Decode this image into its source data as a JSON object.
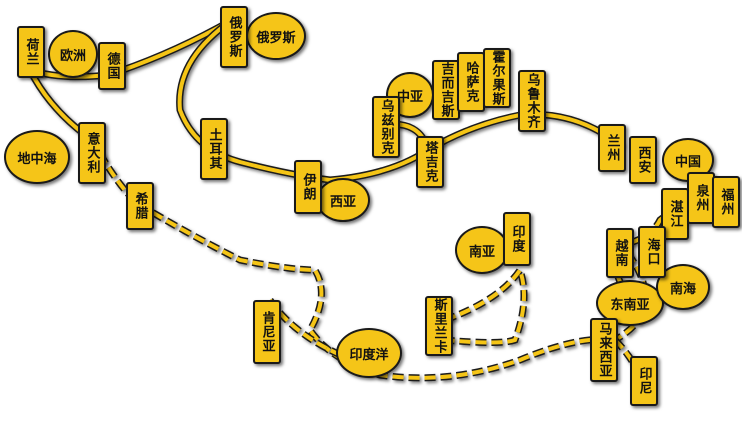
{
  "colors": {
    "route": "#f5c518",
    "outline": "#1a1a1a",
    "label_fill": "#f5c518"
  },
  "legend": {
    "land_route": "solid",
    "sea_route": "dashed"
  },
  "regions": {
    "europe": "欧洲",
    "russia": "俄罗斯",
    "mediterranean": "地中海",
    "central_asia": "中亚",
    "west_asia": "西亚",
    "south_asia": "南亚",
    "indian_ocean": "印度洋",
    "china": "中国",
    "southeast_asia": "东南亚",
    "south_sea": "南海"
  },
  "cities": {
    "netherlands": "荷兰",
    "germany": "德国",
    "russia_city": "俄罗斯",
    "italy": "意大利",
    "turkey": "土耳其",
    "greece": "希腊",
    "iran": "伊朗",
    "uzbekistan": "乌兹别克",
    "kyrgyzstan": "吉而吉斯",
    "kazakhstan": "哈萨克",
    "khorgos": "霍尔果斯",
    "urumqi": "乌鲁木齐",
    "tajikistan": "塔吉克",
    "lanzhou": "兰州",
    "xian": "西安",
    "zhanjiang": "湛江",
    "quanzhou": "泉州",
    "fuzhou": "福州",
    "haikou": "海口",
    "vietnam": "越南",
    "india": "印度",
    "sri_lanka": "斯里兰卡",
    "kenya": "肯尼亚",
    "malaysia": "马来西亚",
    "indonesia": "印尼"
  }
}
